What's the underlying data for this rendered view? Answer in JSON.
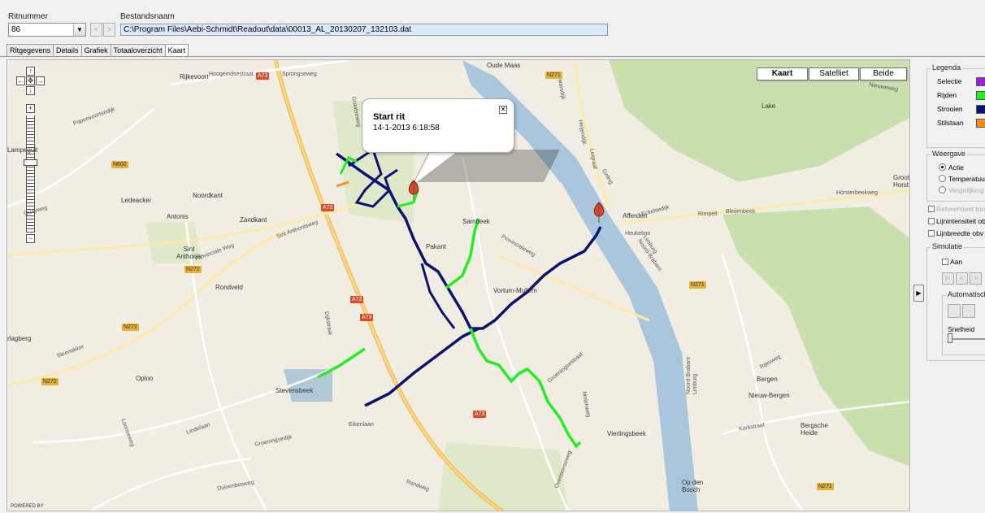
{
  "header": {
    "ritnummer_label": "Ritnummer",
    "ritnummer_value": "86",
    "prev_label": "<",
    "next_label": ">",
    "bestandsnaam_label": "Bestandsnaam",
    "bestandsnaam_value": "C:\\Program Files\\Aebi-Schmidt\\Readout\\data\\00013_AL_20130207_132103.dat"
  },
  "tabs": [
    "Ritgegevens",
    "Details",
    "Grafiek",
    "Totaaloverzicht",
    "Kaart"
  ],
  "active_tab": "Kaart",
  "map": {
    "types": [
      "Kaart",
      "Satelliet",
      "Beide"
    ],
    "popup_title": "Start rit",
    "popup_date": "14-1-2013 6:18:58",
    "powered_by": "POWERED BY",
    "places": {
      "rijkevoort": "Rijkevoort",
      "oude_maas": "Oude Maas",
      "sint_anthonis_top": "Sint Anthonis",
      "lampeguit": "Lampeguit",
      "noordkant": "Noordkant",
      "ledeacker": "Ledeacker",
      "antonis": "Antonis",
      "zandkant": "Zandkant",
      "sint_anthonis": "Sint\nAnthonis",
      "rondveld": "Rondveld",
      "oploo": "Oploo",
      "stevensbeek": "Stevensbeek",
      "sambeek": "Sambeek",
      "pkant": "Pakant",
      "vortum": "Vortum-Mullem",
      "afferden": "Afferden",
      "groote_horst": "Groote\nHorst",
      "bergen": "Bergen",
      "nieuw_bergen": "Nieuw-Bergen",
      "bergsche_heide": "Bergsche\nHeide",
      "vierlingsbeek": "Vierlingsbeek",
      "op_den_bosch": "Op den\nBosch",
      "lake": "Lake",
      "rlagberg": "rlagberg"
    },
    "roads": {
      "hooge": "Hoogeindsestraat",
      "sprong": "Sprongseweg",
      "papen": "Papenvoortsedijk",
      "quay": "Quayweg",
      "provinciale": "Provinciale Weg",
      "sint_anth_weg": "Sint Anthonisweg",
      "steen": "Steenakker",
      "groes": "Groeningsedijk",
      "lindelaan": "Lindelaan",
      "loonse": "Loonseweg",
      "eikenlaan": "Eikenlaan",
      "rondweg": "Rondweg",
      "overloon": "Overloonseweg",
      "duiven": "Duivenbosweg",
      "groeningsestraat": "Groeningsestraat",
      "provinciaal": "Provincialeweg",
      "eckelsedijk": "Eckelsedijk",
      "rimpelt": "Rimpelt",
      "blenenbeek": "Bleijenbeek",
      "horster": "Horsterbeekweg",
      "heukelom": "Heukelom",
      "rijksweg": "Rijksweg",
      "karkstraat": "Karkstraat",
      "noord_brabant": "Noord-Brabant\nLimburg",
      "limburg": "Limburg\nNoord-Brabant",
      "geling": "Geling",
      "holendijk": "Heijendijk",
      "leigraaf": "Leigraaf",
      "graafseweg": "Graafseweg",
      "nieuweweg": "Nieuweweg",
      "dwarsdijk": "Dwarsdijk",
      "molenweg": "Molenweg",
      "dijkstraat": "Dijkstraat"
    },
    "shields": {
      "a73_top": "A73",
      "n271_top": "N271",
      "n602": "N602",
      "a73_mid": "A73",
      "n272_left": "N272",
      "a73_b": "A73",
      "a73_c": "A73",
      "n272_b": "N272",
      "n272_c": "N272",
      "a73_d": "A73",
      "n271_right": "N271",
      "n271_bot": "N271"
    }
  },
  "panel": {
    "legenda_title": "Legenda",
    "legend": [
      {
        "label": "Selectie",
        "color": "#9b1fe0"
      },
      {
        "label": "Rijden",
        "color": "#22ee22"
      },
      {
        "label": "Strooien",
        "color": "#0a1470"
      },
      {
        "label": "Stilstaan",
        "color": "#ff8c1a"
      }
    ],
    "weergave_title": "Weergave",
    "radio_actie": "Actie",
    "radio_temp": "Temperatuur",
    "radio_verg": "Vergelijking",
    "chk_referentie": "Referentierit ton",
    "chk_lijnint": "Lijnintensiteit ob",
    "chk_lijnbreedte": "Lijnbreedte obv",
    "simulatie_title": "Simulatie",
    "chk_aan": "Aan",
    "sim_first": "|<",
    "sim_prev": "<",
    "sim_next": ">",
    "automatisch_title": "Automatisch",
    "snelheid_label": "Snelheid",
    "collapse_label": "▶"
  }
}
